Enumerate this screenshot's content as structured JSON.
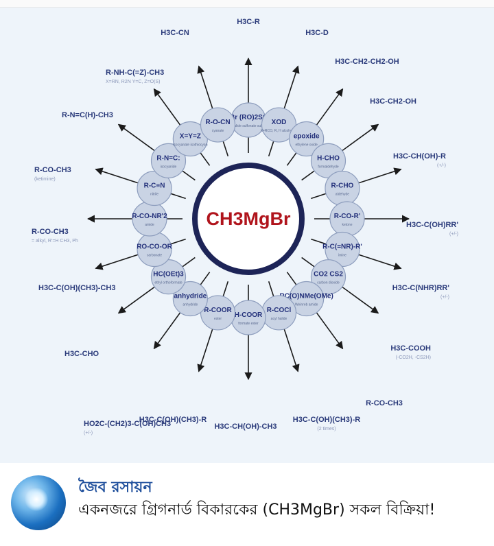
{
  "center_label": "CH3MgBr",
  "post": {
    "page_name": "জৈব রসায়ন",
    "text": "একনজরে গ্রিগনার্ড বিকারকের (CH3MgBr) সকল বিক্রিয়া!"
  },
  "colors": {
    "ring": "#1d2457",
    "molecule_text": "#2a3a7a",
    "page_name": "#1f4f9c",
    "diagram_bg": "#eef4fa"
  },
  "reagents": [
    {
      "label": "RBr (RO)2SO2",
      "sub": "halide sulfonate sulfate"
    },
    {
      "label": "XOD",
      "sub": "X=RCO, R, H alcohol, water acid, alkyne"
    },
    {
      "label": "epoxide",
      "sub": "ethylene oxide"
    },
    {
      "label": "H-CHO",
      "sub": "formaldehyde"
    },
    {
      "label": "R-CHO",
      "sub": "aldehyde"
    },
    {
      "label": "R-CO-R'",
      "sub": "ketone"
    },
    {
      "label": "R-C(=NR)-R'",
      "sub": "imine"
    },
    {
      "label": "CO2 CS2",
      "sub": "carbon dioxide"
    },
    {
      "label": "RC(O)NMe(OMe)",
      "sub": "Weinreb amide"
    },
    {
      "label": "R-COCl",
      "sub": "acyl halide"
    },
    {
      "label": "H-COOR",
      "sub": "formate ester"
    },
    {
      "label": "R-COOR",
      "sub": "ester"
    },
    {
      "label": "anhydride",
      "sub": "anhydride"
    },
    {
      "label": "HC(OEt)3",
      "sub": "ethyl orthoformate"
    },
    {
      "label": "RO-CO-OR",
      "sub": "carbonate"
    },
    {
      "label": "R-CO-NR'2",
      "sub": "amide"
    },
    {
      "label": "R-C≡N",
      "sub": "nitrile"
    },
    {
      "label": "R-N=C:",
      "sub": "isocyanide"
    },
    {
      "label": "X=Y=Z",
      "sub": "isocyanate isothiocyanate"
    },
    {
      "label": "R-O-CN",
      "sub": "cyanate"
    }
  ],
  "products": [
    {
      "text": "H3C-R"
    },
    {
      "text": "H3C-D"
    },
    {
      "text": "H3C-CH2-CH2-OH"
    },
    {
      "text": "H3C-CH2-OH"
    },
    {
      "text": "H3C-CH(OH)-R",
      "note": "(+/-)"
    },
    {
      "text": "H3C-C(OH)RR'",
      "note": "(+/-)"
    },
    {
      "text": "H3C-C(NHR)RR'",
      "note": "(+/-)"
    },
    {
      "text": "H3C-COOH",
      "note": "(-CO2H, -CS2H)"
    },
    {
      "text": "R-CO-CH3"
    },
    {
      "text": "H3C-C(OH)(CH3)-R",
      "note": "(2 times)"
    },
    {
      "text": "H3C-CH(OH)-CH3"
    },
    {
      "text": "H3C-C(OH)(CH3)-R"
    },
    {
      "text": "HO2C-(CH2)3-C(OH)CH3",
      "note": "(+/-)"
    },
    {
      "text": "H3C-CHO"
    },
    {
      "text": "H3C-C(OH)(CH3)-CH3"
    },
    {
      "text": "R-CO-CH3",
      "note": "= alkyl, R'=H CH3, Ph"
    },
    {
      "text": "R-CO-CH3",
      "note": "(ketimine)"
    },
    {
      "text": "R-N=C(H)-CH3"
    },
    {
      "text": "R-NH-C(=Z)-CH3",
      "note": "X=RN, R2N Y=C, Z=O(S)"
    },
    {
      "text": "H3C-CN"
    }
  ]
}
